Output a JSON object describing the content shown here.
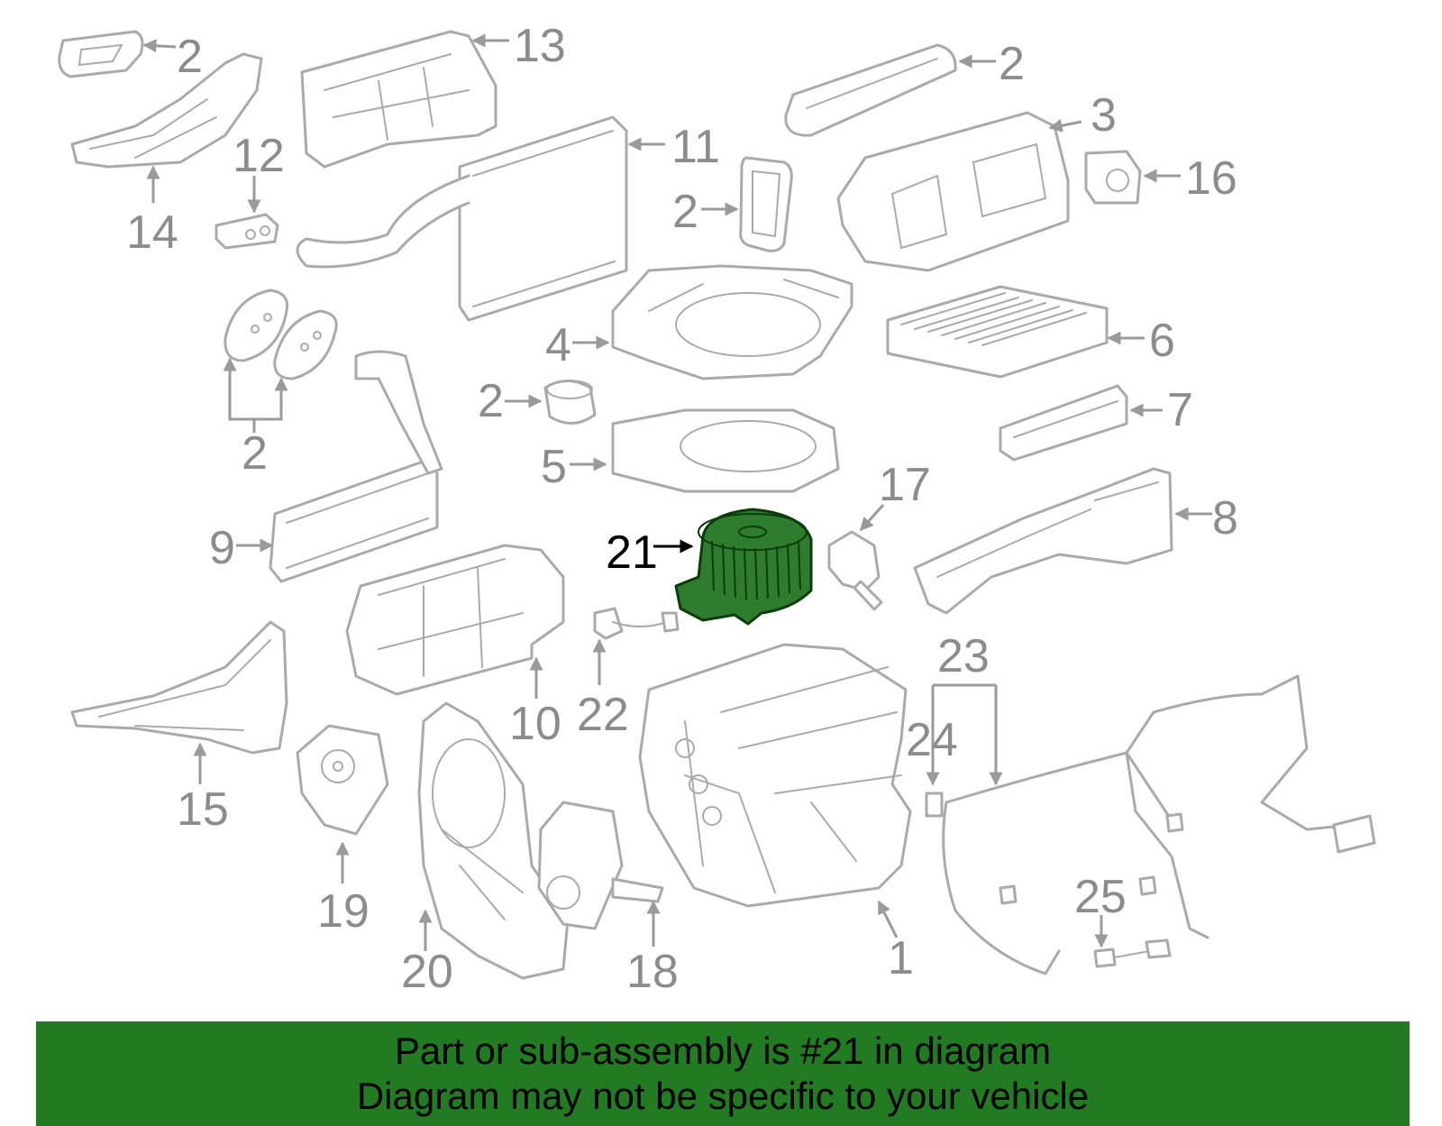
{
  "diagram": {
    "highlighted_part": "21",
    "highlight_color": "#2e7d2e",
    "part_color": "#aaaaaa",
    "callouts": {
      "c1": "1",
      "c2a": "2",
      "c2b": "2",
      "c2c": "2",
      "c2d": "2",
      "c2e": "2",
      "c3": "3",
      "c4": "4",
      "c5": "5",
      "c6": "6",
      "c7": "7",
      "c8": "8",
      "c9": "9",
      "c10": "10",
      "c11": "11",
      "c12": "12",
      "c13": "13",
      "c14": "14",
      "c15": "15",
      "c16": "16",
      "c17": "17",
      "c18": "18",
      "c19": "19",
      "c20": "20",
      "c21": "21",
      "c22": "22",
      "c23": "23",
      "c24": "24",
      "c25": "25"
    }
  },
  "banner": {
    "background": "#227a22",
    "line1": "Part or sub-assembly is #21 in diagram",
    "line2": "Diagram may not be specific to your vehicle"
  }
}
